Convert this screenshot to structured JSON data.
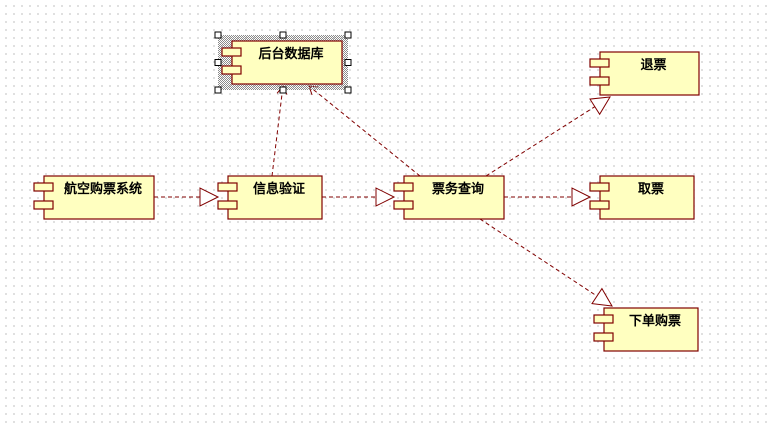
{
  "diagram": {
    "type": "UML component diagram",
    "colors": {
      "component_fill": "#ffffc0",
      "component_stroke": "#800000",
      "dependency": "#800000"
    },
    "components": [
      {
        "id": "backend_db",
        "label": "后台数据库",
        "selected": true
      },
      {
        "id": "airline_system",
        "label": "航空购票系统",
        "selected": false
      },
      {
        "id": "info_verify",
        "label": "信息验证",
        "selected": false
      },
      {
        "id": "ticket_query",
        "label": "票务查询",
        "selected": false
      },
      {
        "id": "refund",
        "label": "退票",
        "selected": false
      },
      {
        "id": "pickup",
        "label": "取票",
        "selected": false
      },
      {
        "id": "order",
        "label": "下单购票",
        "selected": false
      }
    ],
    "dependencies": [
      {
        "from": "airline_system",
        "to": "info_verify"
      },
      {
        "from": "info_verify",
        "to": "ticket_query"
      },
      {
        "from": "info_verify",
        "to": "backend_db"
      },
      {
        "from": "ticket_query",
        "to": "backend_db"
      },
      {
        "from": "ticket_query",
        "to": "refund"
      },
      {
        "from": "ticket_query",
        "to": "pickup"
      },
      {
        "from": "ticket_query",
        "to": "order"
      }
    ]
  }
}
